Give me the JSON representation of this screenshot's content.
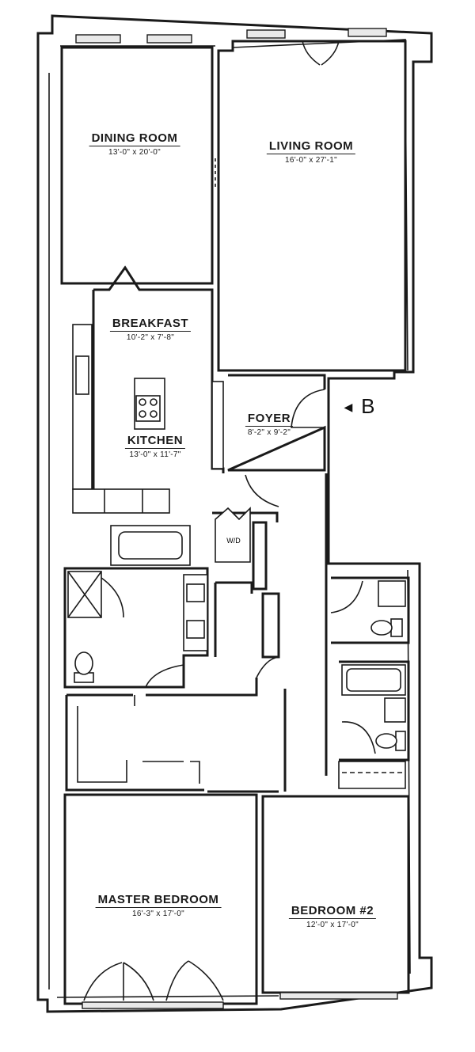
{
  "rooms": {
    "dining": {
      "name": "DINING ROOM",
      "dims": "13'-0\" x 20'-0\""
    },
    "living": {
      "name": "LIVING ROOM",
      "dims": "16'-0\" x 27'-1\""
    },
    "breakfast": {
      "name": "BREAKFAST",
      "dims": "10'-2\" x 7'-8\""
    },
    "kitchen": {
      "name": "KITCHEN",
      "dims": "13'-0\" x 11'-7\""
    },
    "foyer": {
      "name": "FOYER",
      "dims": "8'-2\" x 9'-2\""
    },
    "master": {
      "name": "MASTER BEDROOM",
      "dims": "16'-3\" x 17'-0\""
    },
    "bedroom2": {
      "name": "BEDROOM #2",
      "dims": "12'-0\" x 17'-0\""
    }
  },
  "entry_marker": {
    "symbol": "◄",
    "letter": "B"
  },
  "labels": {
    "washer_dryer": "W/D"
  },
  "colors": {
    "line": "#1a1a1a",
    "background": "#ffffff"
  }
}
